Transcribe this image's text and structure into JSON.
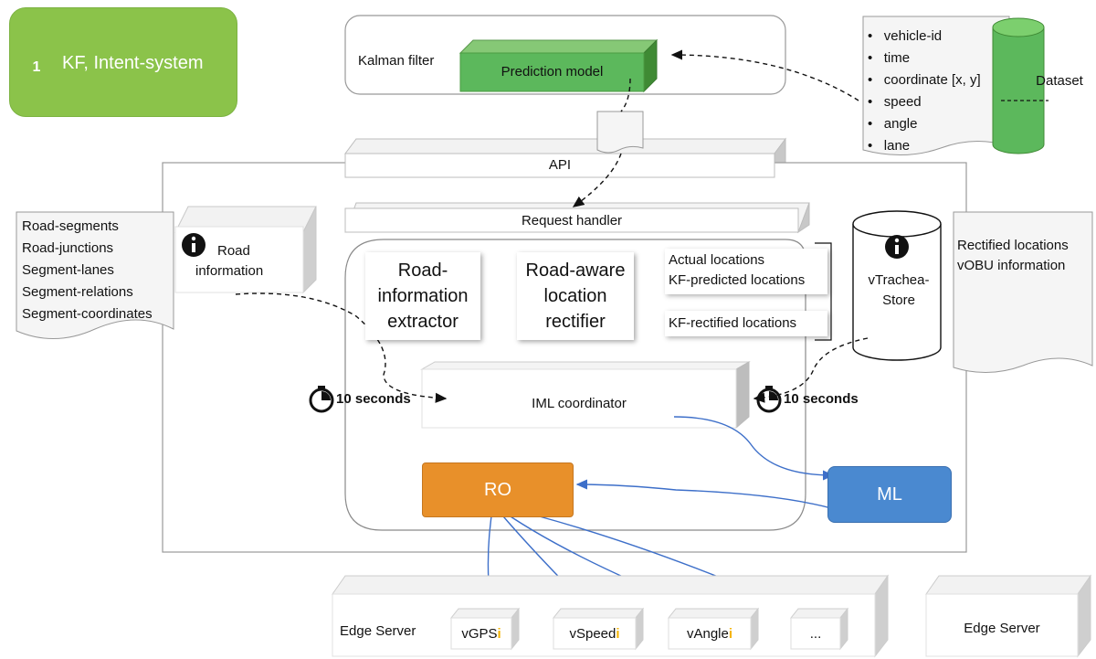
{
  "badge": {
    "number": "1",
    "label": "KF, Intent-system",
    "color": "#8bc34a"
  },
  "kalman": {
    "label": "Kalman filter",
    "model": "Prediction model"
  },
  "dataset": {
    "label": "Dataset",
    "fields": [
      "vehicle-id",
      "time",
      "coordinate [x, y]",
      "speed",
      "angle",
      "lane"
    ]
  },
  "api": {
    "label": "API"
  },
  "request_handler": {
    "label": "Request handler"
  },
  "road_doc": {
    "items": [
      "Road-segments",
      "Road-junctions",
      "Segment-lanes",
      "Segment-relations",
      "Segment-coordinates"
    ]
  },
  "road_info": {
    "line1": "Road",
    "line2": "information"
  },
  "extractor": {
    "line1": "Road-",
    "line2": "information",
    "line3": "extractor"
  },
  "rectifier": {
    "line1": "Road-aware",
    "line2": "location",
    "line3": "rectifier"
  },
  "locations": {
    "line1": "Actual locations",
    "line2": "KF-predicted locations",
    "rectified": "KF-rectified locations"
  },
  "store": {
    "line1": "vTrachea-",
    "line2": "Store"
  },
  "rectified_doc": {
    "line1": "Rectified locations",
    "line2": "vOBU information"
  },
  "iml": {
    "label": "IML coordinator"
  },
  "timers": {
    "left": "10 seconds",
    "right": "10 seconds"
  },
  "ro": {
    "label": "RO",
    "color": "#e8902a"
  },
  "ml": {
    "label": "ML",
    "color": "#4a89d0"
  },
  "edge": {
    "left_label": "Edge Server",
    "right_label": "Edge Server",
    "services": [
      {
        "name": "vGPS",
        "mark": "i"
      },
      {
        "name": "vSpeed",
        "mark": "i"
      },
      {
        "name": "vAngle",
        "mark": "i"
      },
      {
        "name": "...",
        "mark": ""
      }
    ]
  },
  "colors": {
    "green": "#5cb85c",
    "blue_line": "#3d6fc9",
    "info_yellow": "#f5b400"
  }
}
